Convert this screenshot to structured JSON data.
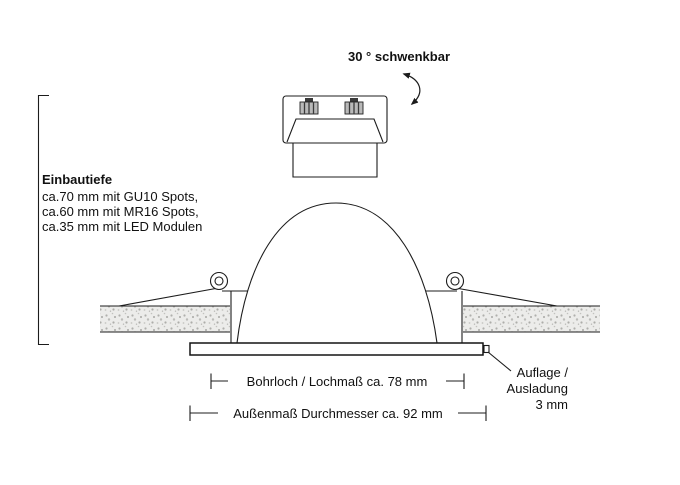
{
  "swivel": {
    "label": "30 ° schwenkbar"
  },
  "depth_note": {
    "heading": "Einbautiefe",
    "lines": [
      "ca.70 mm mit GU10 Spots,",
      "ca.60 mm mit MR16 Spots,",
      "ca.35 mm mit LED Modulen"
    ]
  },
  "ledge_callout": {
    "lines": [
      "Auflage /",
      "Ausladung",
      "3 mm"
    ]
  },
  "dimensions": {
    "hole_label": "Bohrloch / Lochmaß ca. 78 mm",
    "outer_label": "Außenmaß Durchmesser ca. 92 mm"
  },
  "colors": {
    "line": "#1c1c1c",
    "ceiling_fill": "#ececea",
    "ceiling_speckle": "#b0b0ad"
  }
}
